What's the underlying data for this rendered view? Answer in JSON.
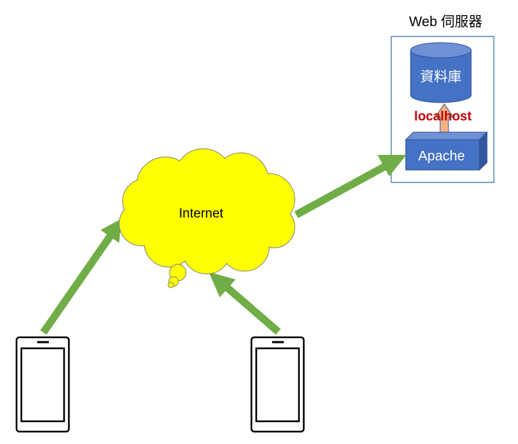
{
  "server": {
    "title": "Web 伺服器",
    "database_label": "資料庫",
    "link_label": "localhost",
    "apache_label": "Apache"
  },
  "cloud": {
    "label": "Internet"
  },
  "colors": {
    "cloud_fill": "#ffff00",
    "arrow_green": "#70ad47",
    "box_blue": "#4472c4",
    "box_blue_top": "#6f90d6",
    "box_blue_side": "#3356a0",
    "server_border": "#2e6aa8",
    "localhost_red": "#c00000",
    "up_arrow_fill": "#f4b183"
  }
}
